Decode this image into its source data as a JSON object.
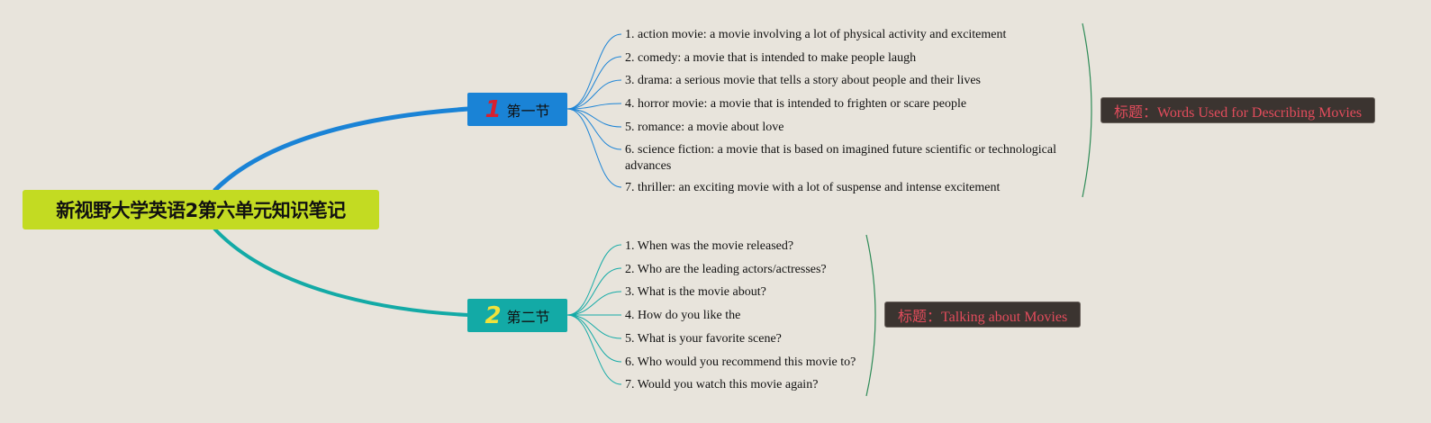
{
  "root": {
    "title": "新视野大学英语2第六单元知识笔记"
  },
  "sections": [
    {
      "number": "1",
      "label": "第一节",
      "summary": "标题：Words Used for Describing Movies",
      "items": [
        "1. action movie: a movie involving a lot of physical activity and excitement",
        "2. comedy: a movie that is intended to make people laugh",
        "3. drama: a serious movie that tells a story about people and their lives",
        "4. horror movie: a movie that is intended to frighten or scare people",
        "5. romance: a movie about love",
        "6. science fiction: a movie that is based on imagined future scientific or technological advances",
        "7. thriller: an exciting movie with a lot of suspense and intense excitement"
      ]
    },
    {
      "number": "2",
      "label": "第二节",
      "summary": "标题：Talking about Movies",
      "items": [
        "1. When was the movie released?",
        "2. Who are the leading actors/actresses?",
        "3. What is the movie about?",
        "4. How do you like the",
        "5. What is your favorite scene?",
        "6. Who would you recommend this movie to?",
        "7. Would you watch this movie again?"
      ]
    }
  ],
  "colors": {
    "background": "#e8e4dc",
    "root": "#c3db22",
    "section1": "#1a83d6",
    "section2": "#13aaa6",
    "summary_text": "#e24c5c",
    "summary_bg": "#3b3430"
  }
}
